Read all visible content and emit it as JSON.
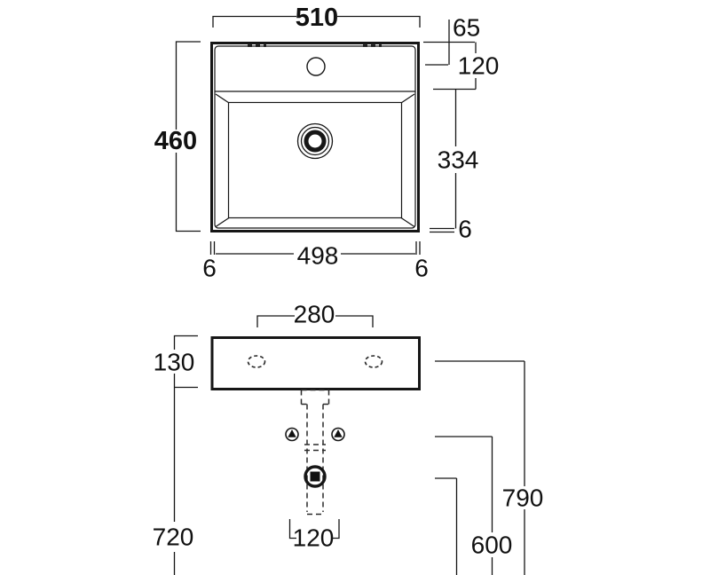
{
  "meta": {
    "drawing_type": "washbasin technical drawing",
    "unit": "mm",
    "line_color": "#161616",
    "background_color": "#ffffff"
  },
  "plan": {
    "overall_width": "510",
    "overall_depth": "460",
    "taphole_offset": "65",
    "deck_depth": "120",
    "bowl_length": "334",
    "bottom_wall": "6",
    "inner_width": "498",
    "left_wall": "6",
    "right_wall": "6"
  },
  "front": {
    "hole_spacing": "280",
    "body_height": "130",
    "outlet_offset": "120",
    "underside_height": "720",
    "valve_height": "600",
    "fixhole_height": "790"
  }
}
